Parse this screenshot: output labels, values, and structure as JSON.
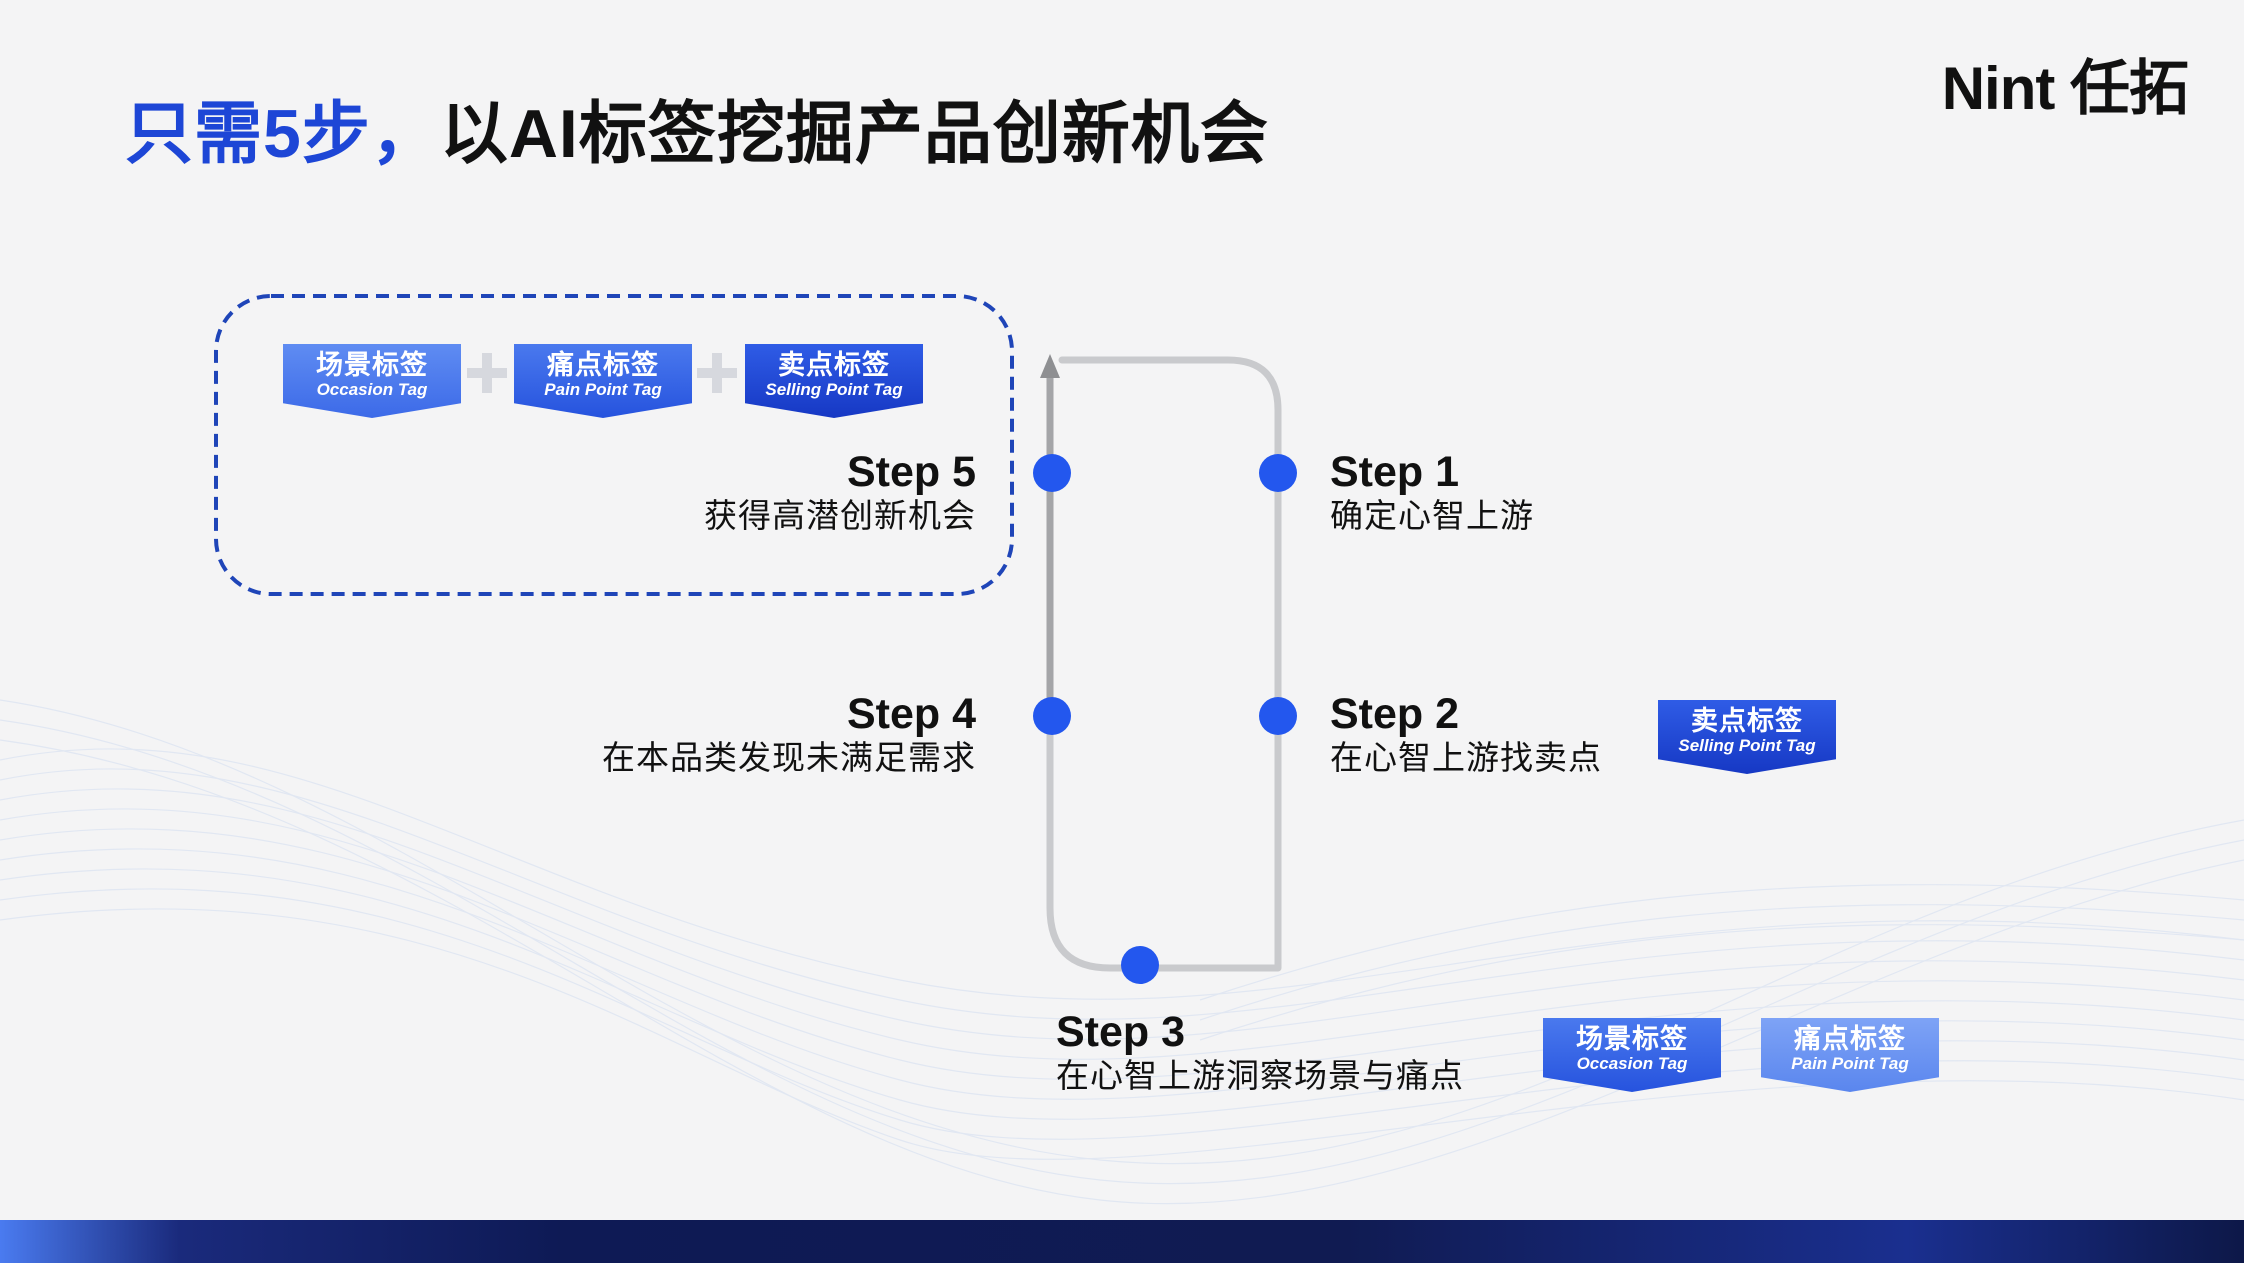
{
  "title": {
    "highlight": "只需5步，",
    "rest": "以AI标签挖掘产品创新机会"
  },
  "logo": {
    "text": "Nint 任拓"
  },
  "steps": [
    {
      "label": "Step 1",
      "desc": "确定心智上游"
    },
    {
      "label": "Step 2",
      "desc": "在心智上游找卖点"
    },
    {
      "label": "Step 3",
      "desc": "在心智上游洞察场景与痛点"
    },
    {
      "label": "Step 4",
      "desc": "在本品类发现未满足需求"
    },
    {
      "label": "Step 5",
      "desc": "获得高潜创新机会"
    }
  ],
  "tags": {
    "occasion": {
      "cn": "场景标签",
      "en": "Occasion Tag"
    },
    "pain": {
      "cn": "痛点标签",
      "en": "Pain Point Tag"
    },
    "selling": {
      "cn": "卖点标签",
      "en": "Selling Point Tag"
    }
  },
  "colors": {
    "accent": "#1d46d6",
    "dot": "#2357ee",
    "path_dark": "#a9aaad",
    "path_light": "#cfd0d3",
    "dashed_box": "#1f45b8"
  }
}
